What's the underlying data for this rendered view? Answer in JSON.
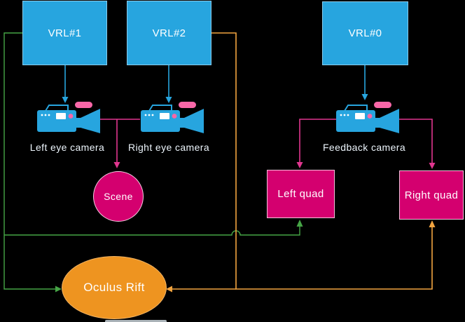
{
  "colors": {
    "background": "#000000",
    "node_blue": "#27A5DF",
    "node_magenta": "#D4006F",
    "node_orange": "#EE9420",
    "edge_pink": "#E0368F",
    "edge_green": "#46A546",
    "edge_orange": "#F2A440",
    "edge_blue": "#27A5DF",
    "camera_pink_accent": "#F967A8",
    "text": "#FFFFFF"
  },
  "nodes": {
    "vrl1": {
      "label": "VRL#1"
    },
    "vrl2": {
      "label": "VRL#2"
    },
    "vrl0": {
      "label": "VRL#0"
    },
    "left_eye_camera": {
      "label": "Left eye camera"
    },
    "right_eye_camera": {
      "label": "Right eye camera"
    },
    "feedback_camera": {
      "label": "Feedback camera"
    },
    "scene": {
      "label": "Scene"
    },
    "left_quad": {
      "label": "Left quad"
    },
    "right_quad": {
      "label": "Right quad"
    },
    "oculus_rift": {
      "label": "Oculus Rift"
    }
  },
  "edges": [
    {
      "from": "VRL#1",
      "to": "Left eye camera",
      "color": "#27A5DF"
    },
    {
      "from": "VRL#2",
      "to": "Right eye camera",
      "color": "#27A5DF"
    },
    {
      "from": "VRL#0",
      "to": "Feedback camera",
      "color": "#27A5DF"
    },
    {
      "from": "Left eye camera / Right eye camera",
      "to": "Scene",
      "color": "#E0368F"
    },
    {
      "from": "Feedback camera",
      "to": "Left quad",
      "color": "#E0368F"
    },
    {
      "from": "Feedback camera",
      "to": "Right quad",
      "color": "#E0368F"
    },
    {
      "from": "VRL#1",
      "to": "Left quad",
      "color": "#46A546"
    },
    {
      "from": "VRL#1",
      "to": "Oculus Rift",
      "color": "#46A546"
    },
    {
      "from": "VRL#2",
      "to": "Right quad",
      "color": "#F2A440"
    },
    {
      "from": "VRL#2",
      "to": "Oculus Rift",
      "color": "#F2A440"
    }
  ]
}
